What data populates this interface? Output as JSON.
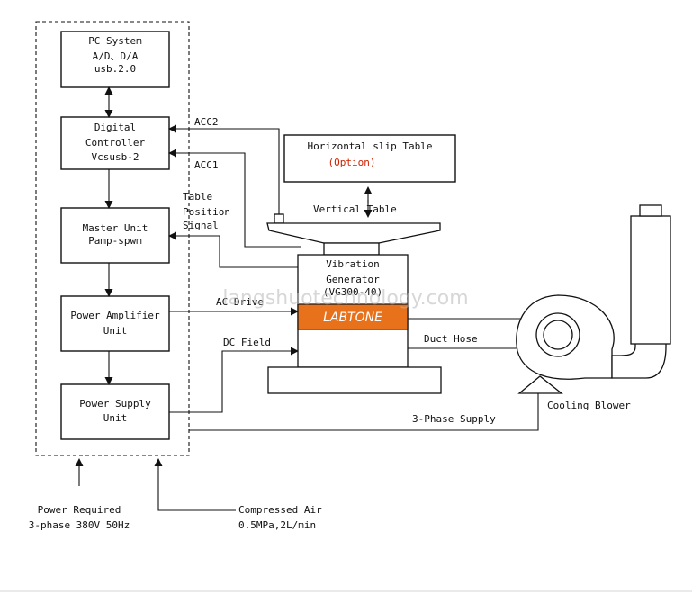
{
  "colors": {
    "line": "#111111",
    "labtone_band": "#e8721c",
    "option_text": "#cc2200",
    "watermark": "#b8b8b8"
  },
  "blocks": {
    "pc_system": [
      "PC System",
      "A/D、D/A",
      "usb.2.0"
    ],
    "digital_controller": [
      "Digital",
      "Controller",
      "Vcsusb-2"
    ],
    "master_unit": [
      "Master Unit",
      "Pamp-spwm"
    ],
    "power_amplifier": [
      "Power Amplifier",
      "Unit"
    ],
    "power_supply": [
      "Power Supply",
      "Unit"
    ]
  },
  "signals": {
    "acc2": "ACC2",
    "acc1": "ACC1",
    "table_position": [
      "Table",
      "Position",
      "Signal"
    ],
    "ac_drive": "AC Drive",
    "dc_field": "DC Field",
    "duct_hose": "Duct Hose",
    "three_phase_supply": "3-Phase Supply"
  },
  "equipment": {
    "horizontal_slip_table": "Horizontal slip Table",
    "horizontal_option": "(Option)",
    "vertical_table": "Vertical Table",
    "vibration_generator": [
      "Vibration",
      "Generator",
      "(VG300-40)"
    ],
    "brand": "LABTONE",
    "cooling_blower": "Cooling Blower"
  },
  "inputs": {
    "power_required": [
      "Power Required",
      "3-phase 380V 50Hz"
    ],
    "compressed_air": [
      "Compressed Air",
      "0.5MPa,2L/min"
    ]
  },
  "watermark": "langshuotechnology.com"
}
